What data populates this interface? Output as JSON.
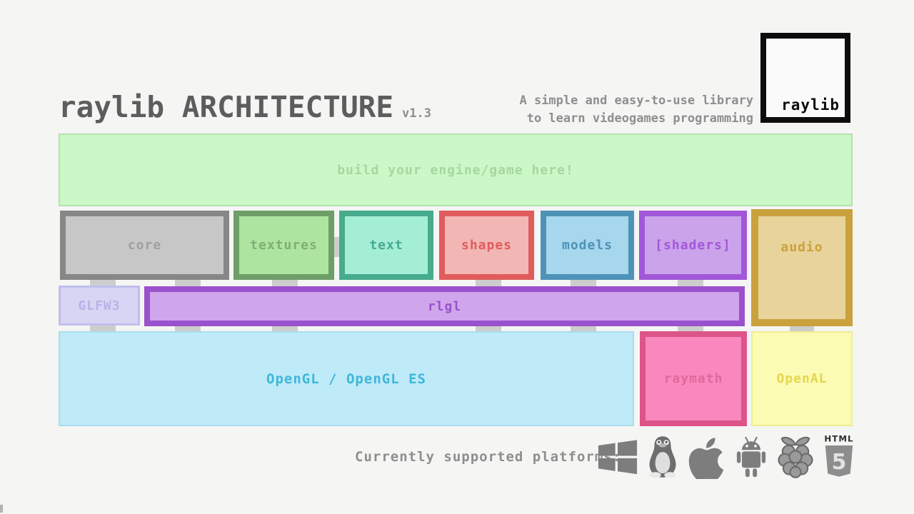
{
  "palette": {
    "background": "#f5f5f4",
    "title_text": "#5d5d5d",
    "muted_text": "#8e8e8e",
    "connector": "#cdcdcd",
    "platform_icon": "#7d7d7d",
    "logo_border": "#0d0d0d"
  },
  "header": {
    "title": "raylib ARCHITECTURE",
    "version": "v1.3",
    "tagline_line1": "A simple and easy-to-use library",
    "tagline_line2": "to learn videogames programming",
    "logo_text": "raylib"
  },
  "banner": {
    "label": "build your engine/game here!",
    "fill": "#ccf7c7",
    "border": "#b2e2ae",
    "text_color": "#a5d7a1"
  },
  "modules": {
    "core": {
      "label": "core",
      "fill": "#c7c7c7",
      "border": "#878787",
      "text_color": "#9f9f9f"
    },
    "textures": {
      "label": "textures",
      "fill": "#ade5a0",
      "border": "#6f9e68",
      "text_color": "#7fae76"
    },
    "text": {
      "label": "text",
      "fill": "#a4eed6",
      "border": "#47ab8d",
      "text_color": "#47ab8d"
    },
    "shapes": {
      "label": "shapes",
      "fill": "#f2b6b4",
      "border": "#e05c5c",
      "text_color": "#e05c5c"
    },
    "models": {
      "label": "models",
      "fill": "#a6d7ec",
      "border": "#4e92b8",
      "text_color": "#4e92b8"
    },
    "shaders": {
      "label": "[shaders]",
      "fill": "#caa3ea",
      "border": "#a257d8",
      "text_color": "#a257d8"
    },
    "audio": {
      "label": "audio",
      "fill": "#e8d39b",
      "border": "#c9a13d",
      "text_color": "#c9a13d"
    }
  },
  "mid_layer": {
    "glfw3": {
      "label": "GLFW3",
      "fill": "#d7d5f3",
      "border": "#c0beee",
      "text_color": "#b5b3e8"
    },
    "rlgl": {
      "label": "rlgl",
      "fill": "#cfa6ec",
      "border": "#9b51cc",
      "text_color": "#9b51cc"
    }
  },
  "base_layer": {
    "opengl": {
      "label": "OpenGL / OpenGL ES",
      "fill": "#bfeaf8",
      "border": "#aadcee",
      "text_color": "#3eb7d9"
    },
    "raymath": {
      "label": "raymath",
      "fill": "#f888bd",
      "border": "#dd5488",
      "text_color": "#e0699a"
    },
    "openal": {
      "label": "OpenAL",
      "fill": "#fbfbb4",
      "border": "#eeee90",
      "text_color": "#e5d64d"
    }
  },
  "platforms": {
    "label": "Currently supported platforms:",
    "icons": [
      {
        "name": "windows-icon"
      },
      {
        "name": "linux-tux-icon"
      },
      {
        "name": "apple-icon"
      },
      {
        "name": "android-icon"
      },
      {
        "name": "raspberry-pi-icon"
      },
      {
        "name": "html5-icon",
        "text_top": "HTML",
        "text_number": "5"
      }
    ]
  }
}
